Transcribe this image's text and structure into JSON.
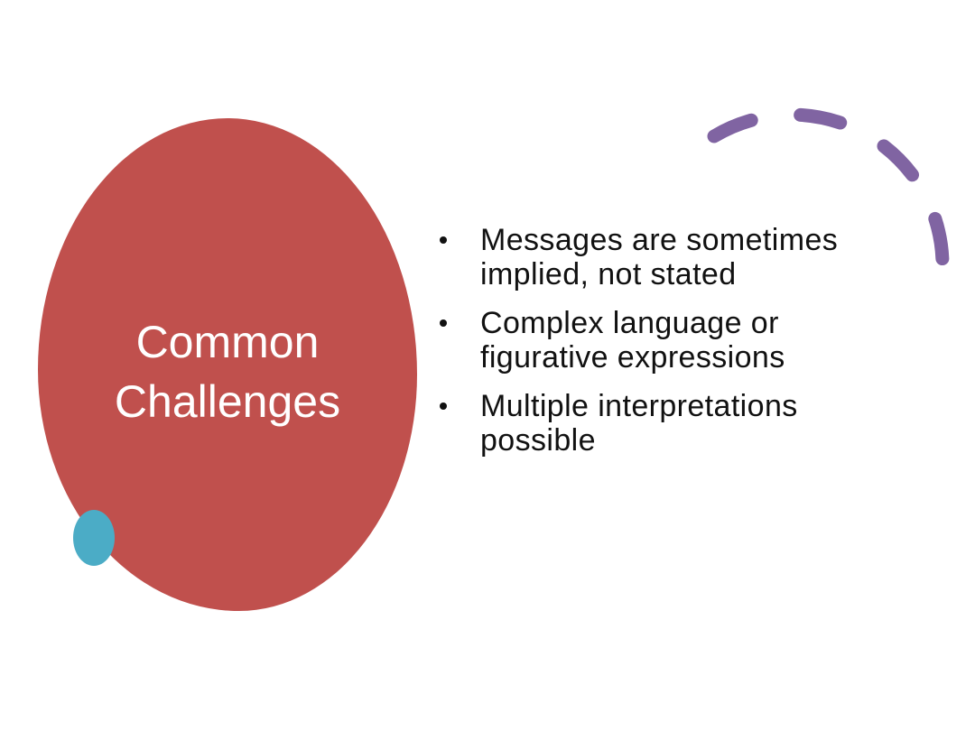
{
  "slide": {
    "background_color": "#ffffff",
    "title_shape": {
      "fill_color": "#c0504d",
      "text_color": "#ffffff",
      "title_lines": [
        "Common",
        "Challenges"
      ]
    },
    "accent_dot": {
      "color": "#4bacc6"
    },
    "arc_decoration": {
      "color": "#8064a2"
    },
    "bullet_color": "#111111",
    "bullets": [
      {
        "text": "Messages are sometimes implied, not stated",
        "lines": [
          "Messages are sometimes",
          "implied, not stated"
        ]
      },
      {
        "text": "Complex language or figurative expressions",
        "lines": [
          "Complex language or",
          "figurative expressions"
        ]
      },
      {
        "text": "Multiple interpretations possible",
        "lines": [
          "Multiple interpretations",
          "possible"
        ]
      }
    ]
  }
}
